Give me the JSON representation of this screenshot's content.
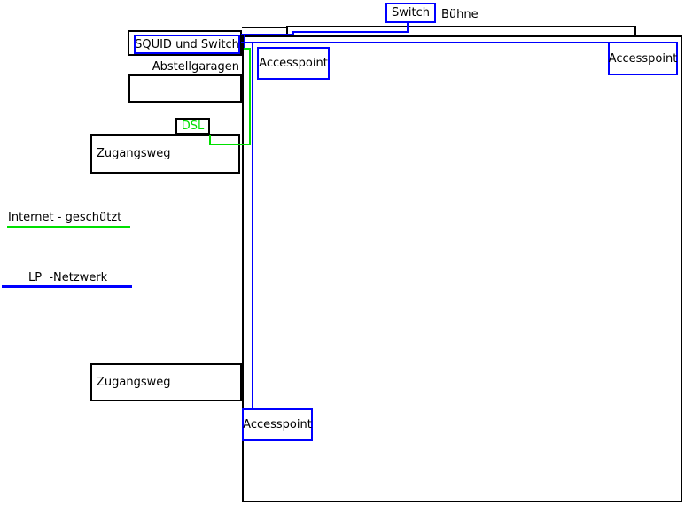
{
  "diagram": {
    "title_area": {
      "switch_label": "Switch",
      "buehne_label": "Bühne"
    },
    "nodes": {
      "squid_label": "SQUID und Switch",
      "accesspoint_stage_left_label": "Accesspoint",
      "accesspoint_stage_right_label": "Accesspoint",
      "accesspoint_bottom_label": "Accesspoint",
      "dsl_label": "DSL",
      "zugangsweg_upper_label": "Zugangsweg",
      "zugangsweg_lower_label": "Zugangsweg"
    },
    "areas": {
      "abstellgaragen_label": "Abstellgaragen"
    },
    "legend": {
      "internet_label": "Internet - geschützt",
      "lp_netzwerk_label": "LP  -Netzwerk"
    },
    "colors": {
      "network_line_blue": "#0000ff",
      "dsl_line_green": "#00e000",
      "outline_black": "#000000"
    }
  }
}
